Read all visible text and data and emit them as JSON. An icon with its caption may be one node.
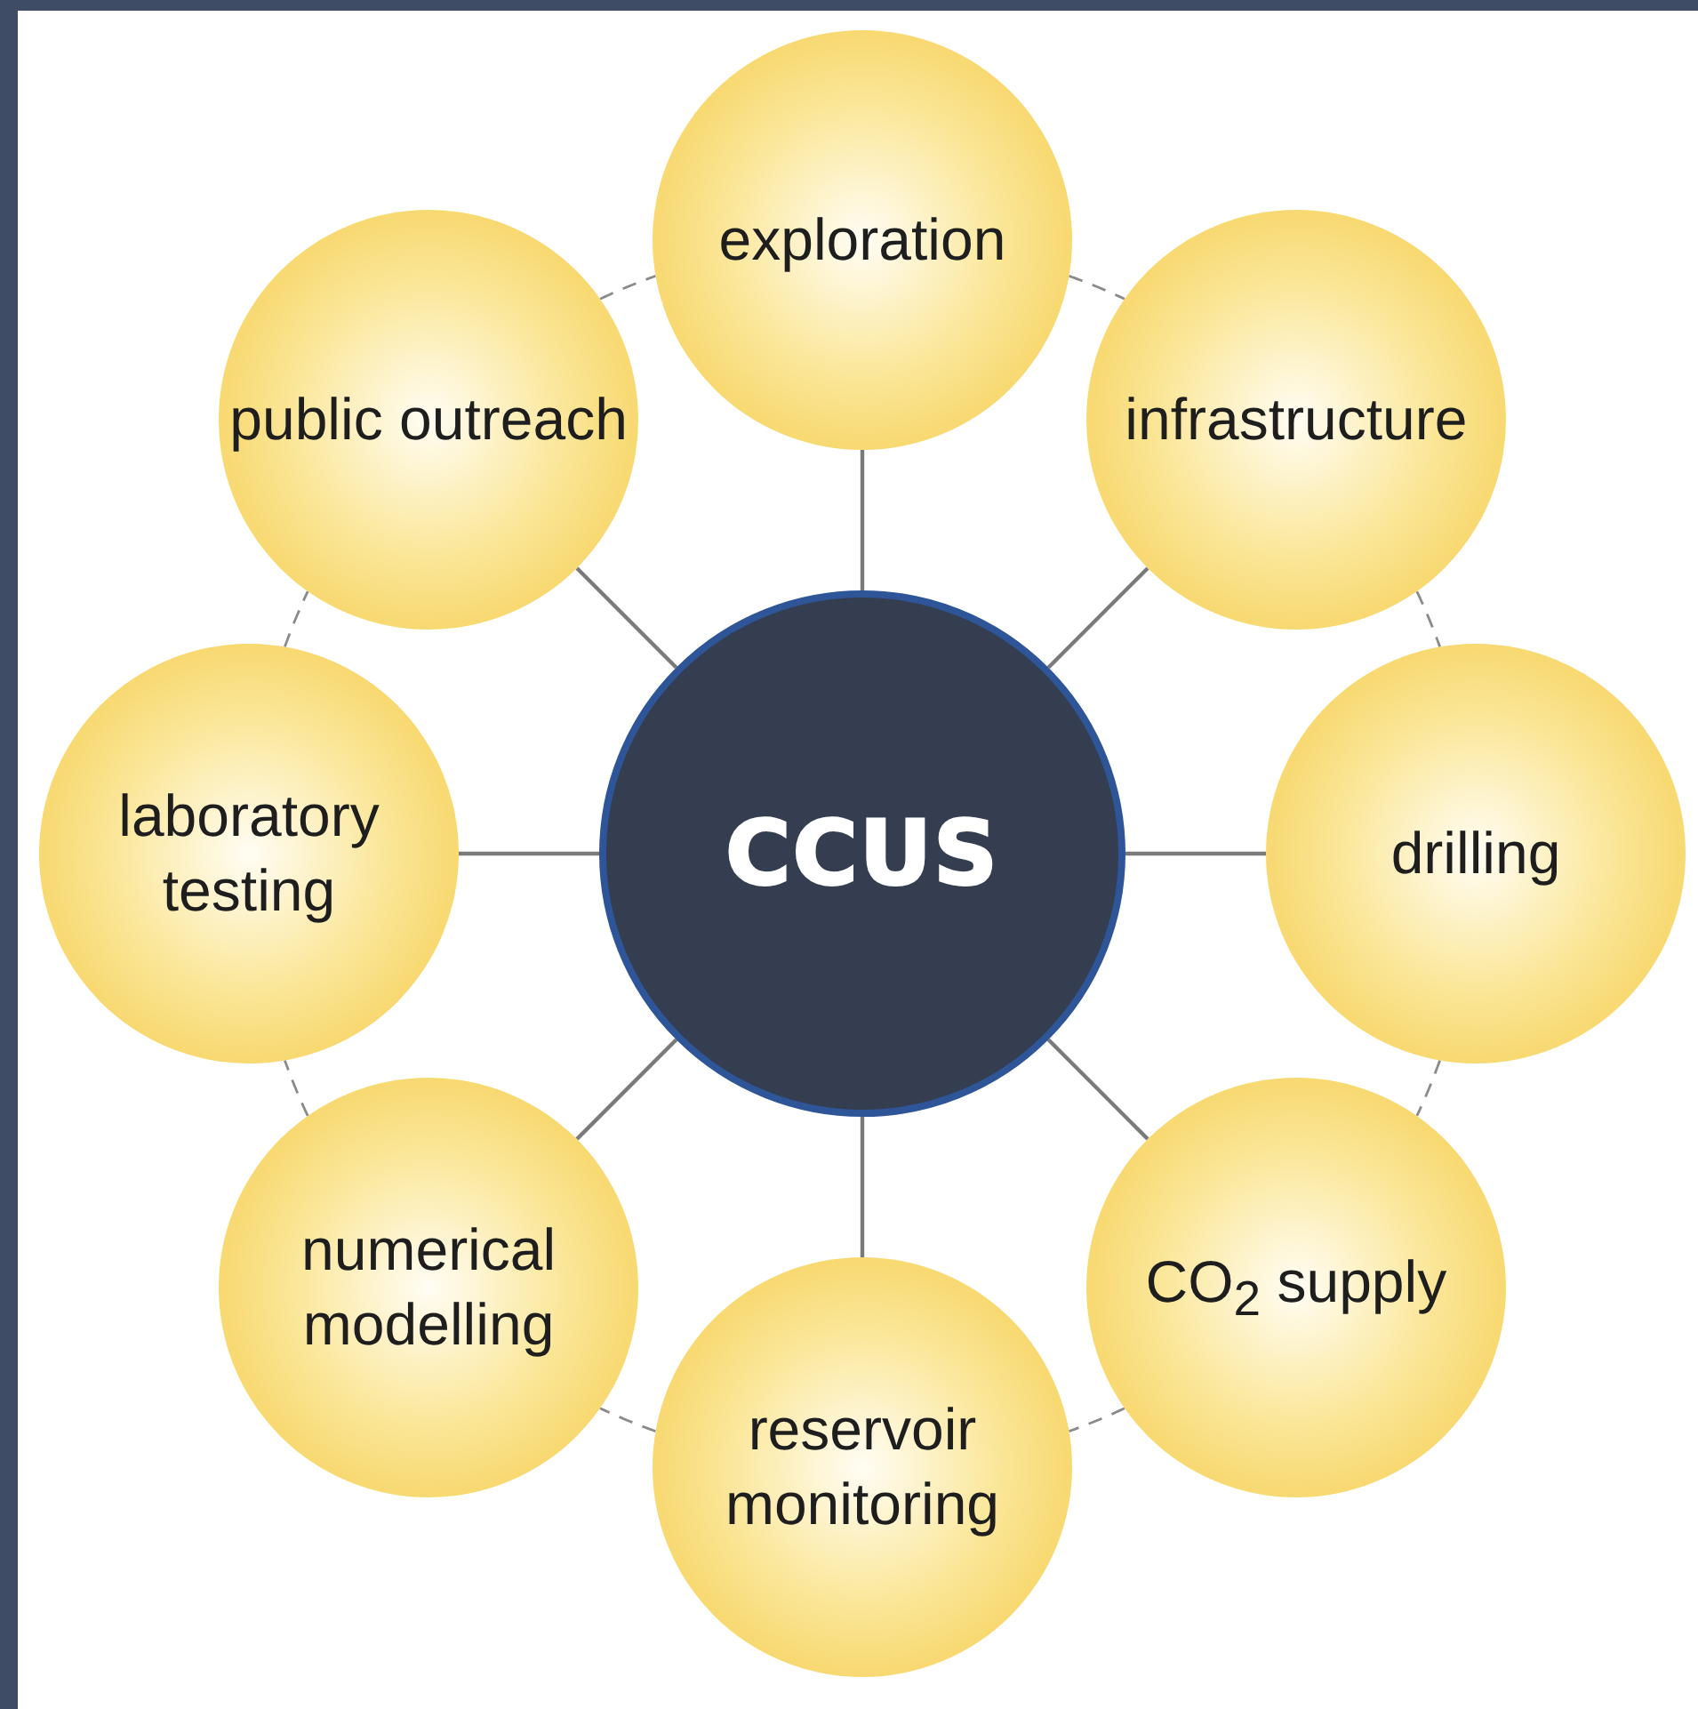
{
  "diagram": {
    "nodes": [
      {
        "text": [
          "CCUS"
        ]
      },
      {
        "text": [
          "exploration"
        ]
      },
      {
        "text": [
          "infrastructure"
        ]
      },
      {
        "text": [
          "drilling"
        ]
      },
      {
        "text": [
          "CO$_{2}$ supply"
        ]
      },
      {
        "text": [
          "reservoir monitoring"
        ]
      },
      {
        "text": [
          "numerical modelling"
        ]
      },
      {
        "text": [
          "laboratory testing"
        ]
      },
      {
        "text": [
          "public outreach"
        ]
      }
    ],
    "edges": [
      {
        "from": 0,
        "to": 1,
        "arrow": "none"
      },
      {
        "from": 0,
        "to": 2,
        "arrow": "none"
      },
      {
        "from": 0,
        "to": 3,
        "arrow": "none"
      },
      {
        "from": 0,
        "to": 4,
        "arrow": "none"
      },
      {
        "from": 0,
        "to": 5,
        "arrow": "none"
      },
      {
        "from": 0,
        "to": 6,
        "arrow": "none"
      },
      {
        "from": 0,
        "to": 7,
        "arrow": "none"
      },
      {
        "from": 0,
        "to": 8,
        "arrow": "none"
      },
      {
        "from": 1,
        "to": 2,
        "arrow": "none",
        "style": "dashed"
      },
      {
        "from": 2,
        "to": 3,
        "arrow": "none",
        "style": "dashed"
      },
      {
        "from": 3,
        "to": 4,
        "arrow": "none",
        "style": "dashed"
      },
      {
        "from": 4,
        "to": 5,
        "arrow": "none",
        "style": "dashed"
      },
      {
        "from": 5,
        "to": 6,
        "arrow": "none",
        "style": "dashed"
      },
      {
        "from": 6,
        "to": 7,
        "arrow": "none",
        "style": "dashed"
      },
      {
        "from": 7,
        "to": 8,
        "arrow": "none",
        "style": "dashed"
      },
      {
        "from": 8,
        "to": 1,
        "arrow": "none",
        "style": "dashed"
      }
    ]
  }
}
